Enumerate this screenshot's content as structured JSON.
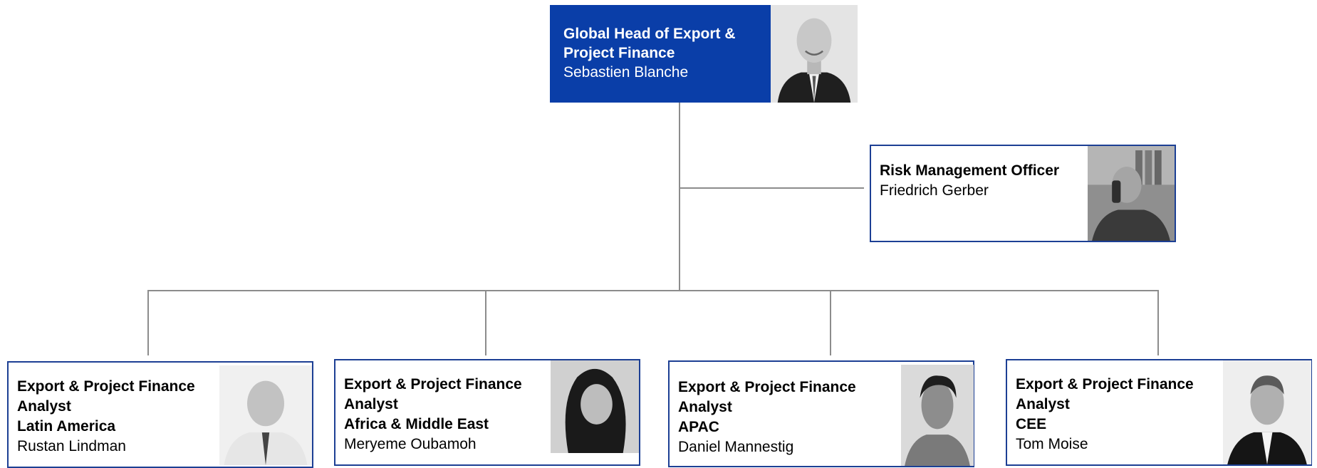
{
  "head": {
    "title_line1": "Global Head of Export &",
    "title_line2": "Project Finance",
    "name": "Sebastien Blanche",
    "photo": "portrait-photo"
  },
  "risk": {
    "title": "Risk Management Officer",
    "name": "Friedrich Gerber",
    "photo": "portrait-photo"
  },
  "analysts": [
    {
      "title_line1": "Export & Project Finance",
      "title_line2": "Analyst",
      "region": "Latin America",
      "name": "Rustan Lindman",
      "photo": "portrait-photo"
    },
    {
      "title_line1": "Export & Project Finance",
      "title_line2": "Analyst",
      "region": "Africa & Middle East",
      "name": "Meryeme Oubamoh",
      "photo": "portrait-photo"
    },
    {
      "title_line1": "Export & Project Finance",
      "title_line2": "Analyst",
      "region": "APAC",
      "name": "Daniel Mannestig",
      "photo": "portrait-photo"
    },
    {
      "title_line1": "Export & Project Finance",
      "title_line2": "Analyst",
      "region": "CEE",
      "name": "Tom Moise",
      "photo": "portrait-photo"
    }
  ],
  "colors": {
    "head_fill": "#0a3ea8",
    "card_border": "#1c3f94",
    "connector": "#8c8c8c"
  }
}
